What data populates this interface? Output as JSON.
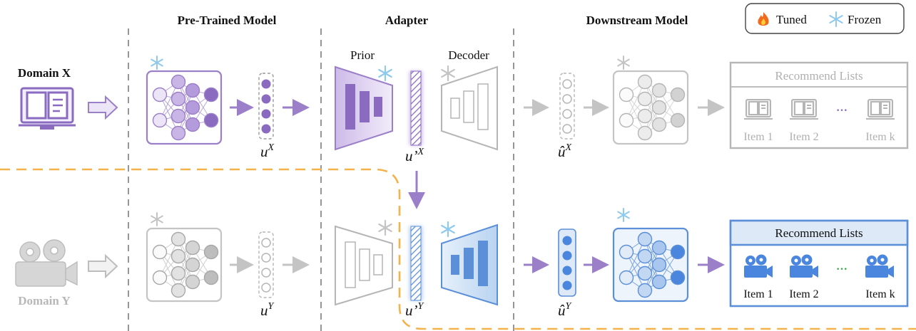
{
  "headers": {
    "pretrained": "Pre-Trained Model",
    "adapter": "Adapter",
    "downstream": "Downstream Model"
  },
  "legend": {
    "tuned_icon": "fire-icon",
    "tuned_label": "Tuned",
    "frozen_icon": "snowflake-icon",
    "frozen_label": "Frozen"
  },
  "domains": {
    "x": "Domain X",
    "y": "Domain Y"
  },
  "adapter_labels": {
    "prior": "Prior",
    "decoder": "Decoder"
  },
  "vectors": {
    "ux_base": "u",
    "ux_sup": "X",
    "uy_base": "u",
    "uy_sup": "Y",
    "upx_base": "u’",
    "upx_sup": "X",
    "upy_base": "u’",
    "upy_sup": "Y",
    "uhx_base": "û",
    "uhx_sup": "X",
    "uhy_base": "û",
    "uhy_sup": "Y"
  },
  "recommend_top": {
    "title": "Recommend Lists",
    "items": [
      "Item 1",
      "Item 2",
      "Item k"
    ],
    "ellipsis": "···"
  },
  "recommend_bottom": {
    "title": "Recommend Lists",
    "items": [
      "Item 1",
      "Item 2",
      "Item k"
    ],
    "ellipsis": "···"
  },
  "colors": {
    "purple": "#9b7fc8",
    "purple_dark": "#7f5fb8",
    "purple_fill": "#e6dcf5",
    "blue": "#5b8fd8",
    "blue_fill": "#dde9f7",
    "gray": "#b5b5b5",
    "gray_dark": "#9a9a9a",
    "orange": "#f3b24a",
    "snow": "#8ec9ee"
  }
}
